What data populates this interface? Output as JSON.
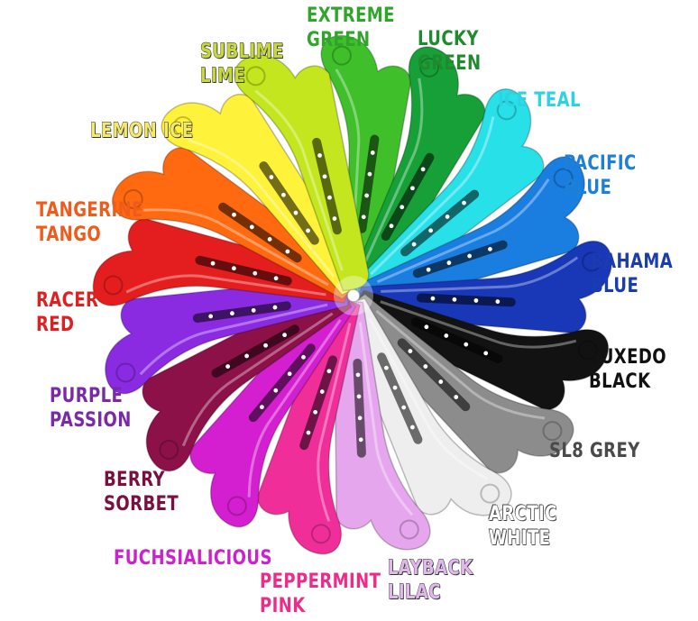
{
  "labels": [
    {
      "id": "extreme-green",
      "text": "EXTREME\nGREEN",
      "color": "#2fa52a"
    },
    {
      "id": "lucky-green",
      "text": "LUCKY\nGREEN",
      "color": "#1f8a2e"
    },
    {
      "id": "ice-teal",
      "text": "ICE TEAL",
      "color": "#2dd3e3"
    },
    {
      "id": "pacific-blue",
      "text": "PACIFIC\nBLUE",
      "color": "#1e7fd6"
    },
    {
      "id": "bahama-blue",
      "text": "BAHAMA\nBLUE",
      "color": "#1b3cb0"
    },
    {
      "id": "tuxedo-black",
      "text": "TUXEDO\nBLACK",
      "color": "#111111"
    },
    {
      "id": "sl8-grey",
      "text": "SL8 GREY",
      "color": "#4a4a4a"
    },
    {
      "id": "arctic-white",
      "text": "ARCTIC\nWHITE",
      "color": "#ffffff"
    },
    {
      "id": "layback-lilac",
      "text": "LAYBACK\nLILAC",
      "color": "#e0b8ec"
    },
    {
      "id": "peppermint-pink",
      "text": "PEPPERMINT\nPINK",
      "color": "#ef2b8a"
    },
    {
      "id": "fuchsialicious",
      "text": "FUCHSIALICIOUS",
      "color": "#cc22cc"
    },
    {
      "id": "berry-sorbet",
      "text": "BERRY\nSORBET",
      "color": "#7a1040"
    },
    {
      "id": "purple-passion",
      "text": "PURPLE\nPASSION",
      "color": "#7a2aa8"
    },
    {
      "id": "racer-red",
      "text": "RACER\nRED",
      "color": "#e02020"
    },
    {
      "id": "tangerine-tango",
      "text": "TANGERINE\nTANGO",
      "color": "#f05a1a"
    },
    {
      "id": "lemon-ice",
      "text": "LEMON ICE",
      "color": "#f4e96a"
    },
    {
      "id": "sublime-lime",
      "text": "SUBLIME\nLIME",
      "color": "#c7d83a"
    }
  ],
  "blades": [
    {
      "name": "blade-extreme-green",
      "color": "#3fbf2a"
    },
    {
      "name": "blade-lucky-green",
      "color": "#17a038"
    },
    {
      "name": "blade-ice-teal",
      "color": "#28e0e8"
    },
    {
      "name": "blade-pacific-blue",
      "color": "#1a7de0"
    },
    {
      "name": "blade-bahama-blue",
      "color": "#1838b8"
    },
    {
      "name": "blade-tuxedo-black",
      "color": "#121212"
    },
    {
      "name": "blade-sl8-grey",
      "color": "#8c8c8c"
    },
    {
      "name": "blade-arctic-white",
      "color": "#eeeeee"
    },
    {
      "name": "blade-layback-lilac",
      "color": "#e6a6ee"
    },
    {
      "name": "blade-peppermint-pink",
      "color": "#f02e9a"
    },
    {
      "name": "blade-fuchsialicious",
      "color": "#d41fd0"
    },
    {
      "name": "blade-berry-sorbet",
      "color": "#8c1148"
    },
    {
      "name": "blade-purple-passion",
      "color": "#8a2be2"
    },
    {
      "name": "blade-racer-red",
      "color": "#e41e1e"
    },
    {
      "name": "blade-tangerine-tango",
      "color": "#ff6a10"
    },
    {
      "name": "blade-lemon-ice",
      "color": "#fff23a"
    },
    {
      "name": "blade-sublime-lime",
      "color": "#c4e61e"
    }
  ]
}
